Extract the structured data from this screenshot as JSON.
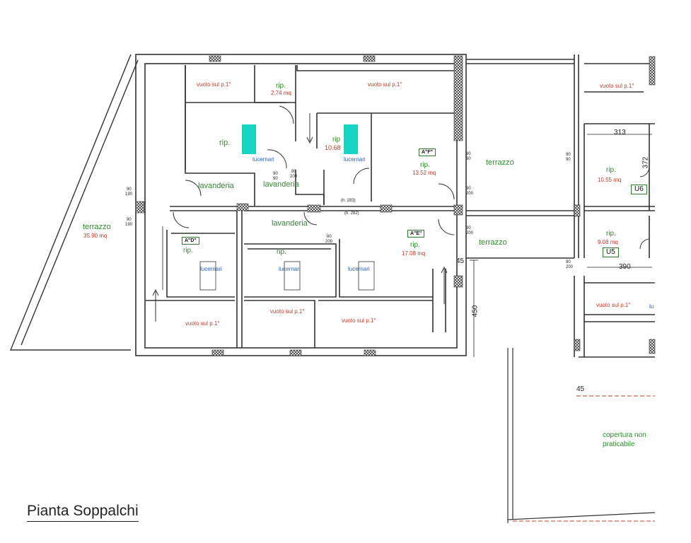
{
  "title": "Pianta Soppalchi",
  "rooms": {
    "vuoto_1": "vuoto sul p.1°",
    "vuoto_2": "vuoto sul p.1°",
    "vuoto_3": "vuoto sul p.1°",
    "vuoto_4": "vuoto sul p.1°",
    "vuoto_5": "vuoto sul p.1°",
    "vuoto_6": "vuoto sul p.1°",
    "vuoto_7": "vuoto sul p.1°",
    "rip_top": "rip.",
    "rip_top_area": "2.74 mq",
    "rip_left": "rip.",
    "rip_center": "rip",
    "rip_center_area": "10.68",
    "rip_f": "rip.",
    "rip_f_area": "13.52 mq",
    "rip_d": "rip.",
    "rip_mid": "rip.",
    "rip_e": "rip.",
    "rip_e_area": "17.08 mq",
    "rip_u6": "rip.",
    "rip_u6_area": "10.55 mq",
    "rip_u5": "rip.",
    "rip_u5_area": "9.08 mq",
    "lavanderia_1": "lavanderia",
    "lavanderia_2": "lavanderia",
    "lavanderia_3": "lavanderia",
    "terrazzo_big": "terrazzo",
    "terrazzo_big_area": "35.90 mq",
    "terrazzo_upper": "terrazzo",
    "terrazzo_lower": "terrazzo",
    "copertura_1": "copertura non",
    "copertura_2": "praticabile"
  },
  "skylights": {
    "l1": "lucernari",
    "l2": "lucernari",
    "l3": "lucernari",
    "l4": "lucernari",
    "l5": "lucernari",
    "l6": "lu"
  },
  "units": {
    "af": "A\"F\"",
    "ad": "A\"D\"",
    "ae": "A\"E\"",
    "u6": "U6",
    "u5": "U5"
  },
  "dimensions": {
    "d313": "313",
    "d372": "372",
    "d390": "390",
    "d450": "450",
    "d45a": "45",
    "d45b": "45",
    "h283": "(h. 283)",
    "h282": "(h. 282)"
  },
  "openings": {
    "o1_w": "90",
    "o1_h": "190",
    "o2_w": "90",
    "o2_h": "190",
    "o3_w": "90",
    "o3_h": "90",
    "o4_w": "90",
    "o4_h": "200",
    "o5_w": "90",
    "o5_h": "200",
    "o6_w": "90",
    "o6_h": "200",
    "o7_w": "90",
    "o7_h": "90",
    "o8_w": "90",
    "o8_h": "90",
    "o9_w": "80",
    "o9_h": "200",
    "o10_w": "80",
    "o10_h": "200"
  },
  "colors": {
    "wall": "#3a3a3a",
    "label_green": "#2e8b2e",
    "label_red": "#c0392b",
    "label_blue": "#2a5fb0",
    "skylight_cyan": "#19d3c5"
  }
}
